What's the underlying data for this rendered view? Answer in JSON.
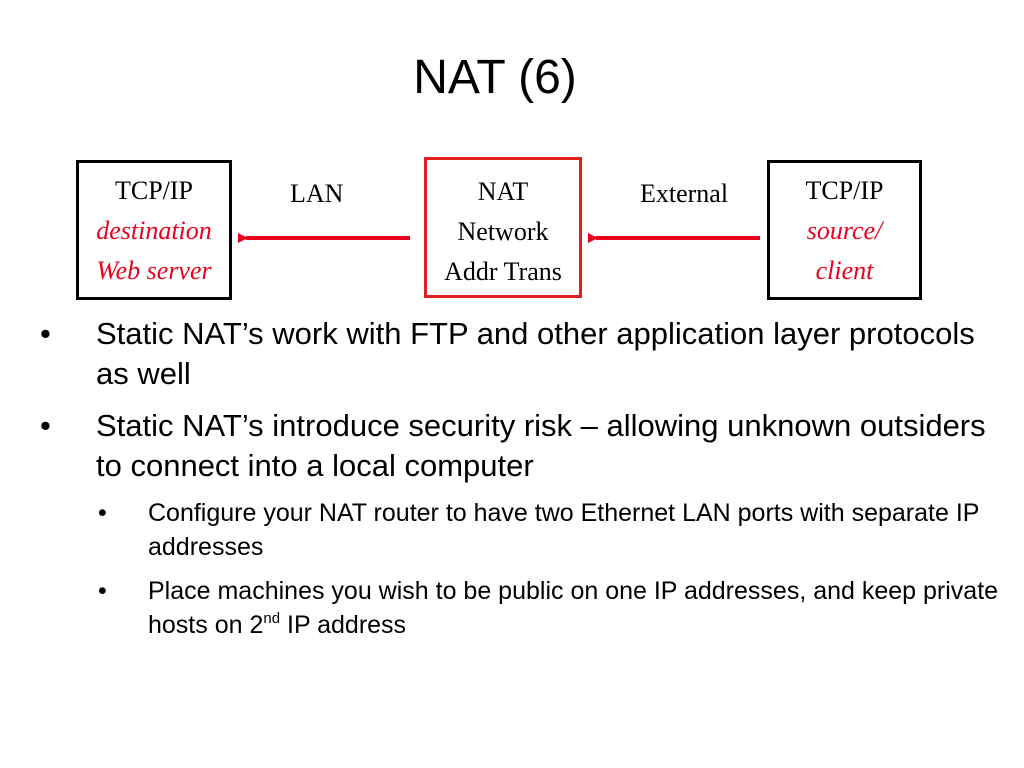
{
  "slide": {
    "title": "NAT (6)"
  },
  "diagram": {
    "left_box": {
      "line1": "TCP/IP",
      "line2": "destination",
      "line3": "Web server"
    },
    "nat_box": {
      "line1": "NAT",
      "line2": "Network",
      "line3": "Addr Trans"
    },
    "right_box": {
      "line1": "TCP/IP",
      "line2": "source/",
      "line3": "client"
    },
    "lan_label": "LAN",
    "external_label": "External",
    "colors": {
      "arrow": "#e8001c",
      "nat_border": "#e02020",
      "emphasis_text": "#e8001c"
    }
  },
  "bullets": {
    "marker": "•",
    "b1": "Static NAT’s work with FTP and other application layer protocols as well",
    "b2": "Static NAT’s introduce security risk – allowing unknown outsiders to connect into a local computer",
    "sub1": "Configure your NAT router to have two Ethernet LAN ports with separate IP addresses",
    "sub2_part1": "Place machines you wish to be public on one IP addresses, and keep private hosts on 2",
    "sub2_sup": "nd",
    "sub2_part2": " IP address"
  }
}
